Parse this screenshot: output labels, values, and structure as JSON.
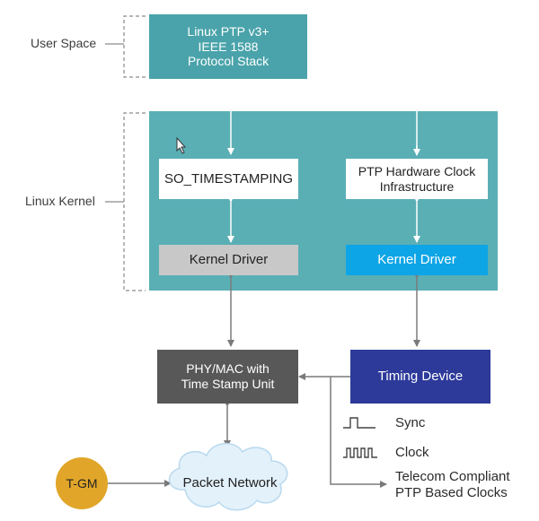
{
  "labels": {
    "user_space": "User Space",
    "linux_kernel": "Linux Kernel"
  },
  "boxes": {
    "protocol_stack": "Linux PTP v3+\nIEEE 1588\nProtocol Stack",
    "so_timestamping": "SO_TIMESTAMPING",
    "ptp_hw_clock": "PTP Hardware Clock\nInfrastructure",
    "kernel_driver_left": "Kernel Driver",
    "kernel_driver_right": "Kernel Driver",
    "phy_mac": "PHY/MAC with\nTime Stamp Unit",
    "timing_device": "Timing Device",
    "tgm": "T-GM",
    "packet_network": "Packet Network"
  },
  "legend": {
    "sync": "Sync",
    "clock": "Clock",
    "telecom": "Telecom Compliant\nPTP Based Clocks"
  },
  "colors": {
    "teal": "#5aafb5",
    "teal_dark": "#4aa3aa",
    "gray_driver": "#c8c8c8",
    "blue_driver": "#0ea5e6",
    "phy_gray": "#585858",
    "navy": "#2d3a9a",
    "tgm_gold": "#e1a629",
    "cloud": "#e3f1fb",
    "arrow": "#7a7a7a"
  }
}
